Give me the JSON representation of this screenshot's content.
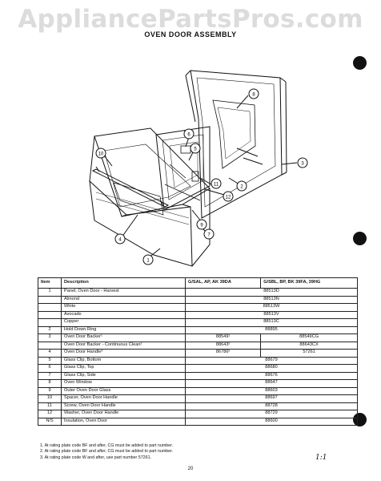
{
  "watermark": "AppliancePartsPros.com",
  "title": "OVEN DOOR ASSEMBLY",
  "callouts": [
    "1",
    "2",
    "3",
    "4",
    "5",
    "6",
    "7",
    "8",
    "9",
    "10",
    "11",
    "12"
  ],
  "table": {
    "headers": {
      "item": "Item",
      "description": "Description",
      "col_a": "G/SAL, AP, AK 39DA",
      "col_b": "G/SBL, BP, BK 39FA, 39HG"
    },
    "rows": [
      {
        "item": "1",
        "desc": "Panel, Oven Door - Harvest",
        "a": "",
        "b": "",
        "span": "88513D"
      },
      {
        "item": "",
        "desc": "Almond",
        "a": "",
        "b": "",
        "span": "88513N"
      },
      {
        "item": "",
        "desc": "White",
        "a": "",
        "b": "",
        "span": "88513W"
      },
      {
        "item": "",
        "desc": "Avocado",
        "a": "",
        "b": "",
        "span": "88513V"
      },
      {
        "item": "",
        "desc": "Copper",
        "a": "",
        "b": "",
        "span": "88513C"
      },
      {
        "item": "2",
        "desc": "Hold Down Ring",
        "a": "",
        "b": "",
        "span": "88895"
      },
      {
        "item": "3",
        "desc": "Oven Door Backer¹",
        "a": "88549¹",
        "b": "88549CG",
        "span": ""
      },
      {
        "item": "",
        "desc": "Oven Door Backer - Continuous Clean²",
        "a": "88643²",
        "b": "88643CX",
        "span": ""
      },
      {
        "item": "4",
        "desc": "Oven Door Handle³",
        "a": "86786³",
        "b": "57261",
        "span": ""
      },
      {
        "item": "5",
        "desc": "Glass Clip, Bottom",
        "a": "",
        "b": "",
        "span": "88679"
      },
      {
        "item": "6",
        "desc": "Glass Clip, Top",
        "a": "",
        "b": "",
        "span": "88680"
      },
      {
        "item": "7",
        "desc": "Glass Clip, Side",
        "a": "",
        "b": "",
        "span": "88676"
      },
      {
        "item": "8",
        "desc": "Oven Window",
        "a": "",
        "b": "",
        "span": "88647"
      },
      {
        "item": "9",
        "desc": "Outer Oven Door Glass",
        "a": "",
        "b": "",
        "span": "88603"
      },
      {
        "item": "10",
        "desc": "Spacer, Oven Door Handle",
        "a": "",
        "b": "",
        "span": "88697"
      },
      {
        "item": "11",
        "desc": "Screw, Oven Door Handle",
        "a": "",
        "b": "",
        "span": "88728"
      },
      {
        "item": "12",
        "desc": "Washer, Oven Door Handle",
        "a": "",
        "b": "",
        "span": "88729"
      },
      {
        "item": "N/S",
        "desc": "Insulation, Oven Door",
        "a": "",
        "b": "",
        "span": "88600"
      }
    ]
  },
  "notes": [
    "1. At rating plate code BF and after, CG must be added to part number.",
    "2. At rating plate code BF and after, CG must be added to part number.",
    "3. At rating plate code W and after, use part number 57261."
  ],
  "page_number": "20",
  "handwriting": "1:1"
}
